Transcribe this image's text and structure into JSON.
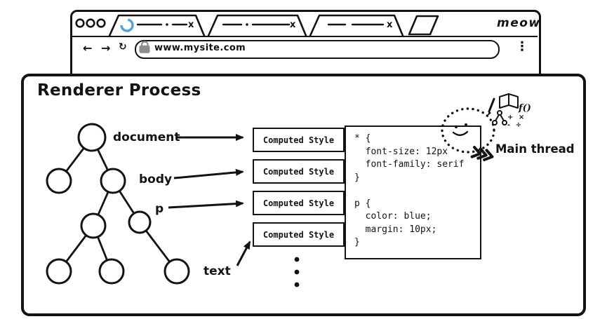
{
  "browser": {
    "signature": "meow",
    "tabs": [
      {
        "close_label": "x"
      },
      {
        "close_label": "x"
      },
      {
        "close_label": "x"
      }
    ],
    "nav": {
      "back_icon": "←",
      "forward_icon": "→",
      "reload_icon": "↻",
      "menu_icon": "⋮"
    },
    "url_bar": {
      "url": "www.mysite.com"
    }
  },
  "renderer": {
    "title": "Renderer Process",
    "dom_tree": {
      "labels": [
        "document",
        "body",
        "p",
        "text"
      ]
    },
    "computed_style_boxes": [
      "Computed Style",
      "Computed Style",
      "Computed Style",
      "Computed Style"
    ],
    "stylesheet_code": "* {\n  font-size: 12px\n  font-family: serif\n}\n\np {\n  color: blue;\n  margin: 10px;\n}",
    "main_thread": {
      "label": "Main thread",
      "function_doodle": "f()",
      "math_doodle_row1": "+ ×",
      "math_doodle_row2": "- ÷"
    }
  },
  "colors": {
    "ink": "#131313",
    "spinner_blue": "#57A0D6",
    "lock_gray": "#8d8d8d"
  }
}
